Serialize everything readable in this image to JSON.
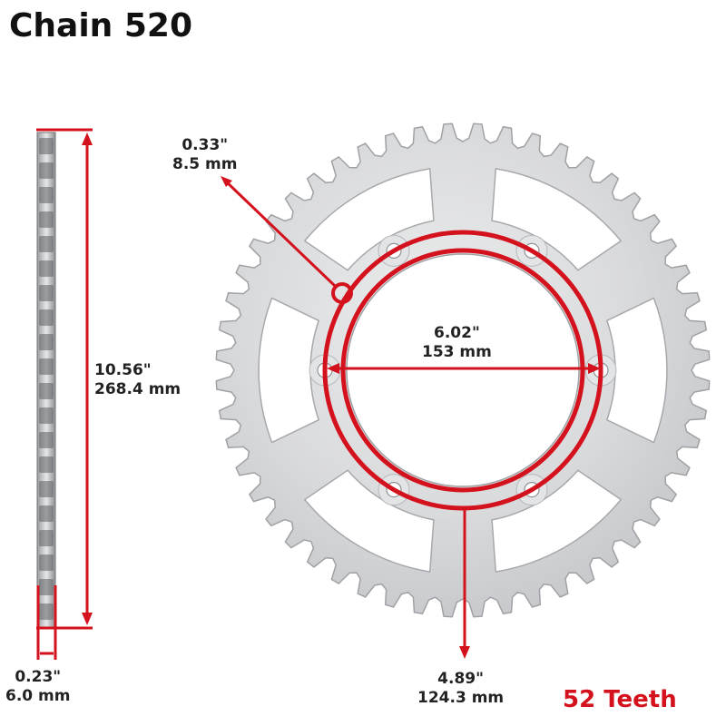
{
  "title": "Chain 520",
  "teeth_label": "52 Teeth",
  "tooth_count": 52,
  "bolt_hole_count": 6,
  "colors": {
    "accent": "#d4121d",
    "metal_light": "#dfe0e2",
    "metal_dark": "#a9abae",
    "text": "#222222"
  },
  "dimensions": {
    "bolt_hole": {
      "inch": "0.33\"",
      "mm": "8.5 mm"
    },
    "center_bore": {
      "inch": "6.02\"",
      "mm": "153 mm"
    },
    "outer_diameter": {
      "inch": "10.56\"",
      "mm": "268.4 mm"
    },
    "thickness": {
      "inch": "0.23\"",
      "mm": "6.0 mm"
    },
    "bolt_circle": {
      "inch": "4.89\"",
      "mm": "124.3 mm"
    }
  }
}
